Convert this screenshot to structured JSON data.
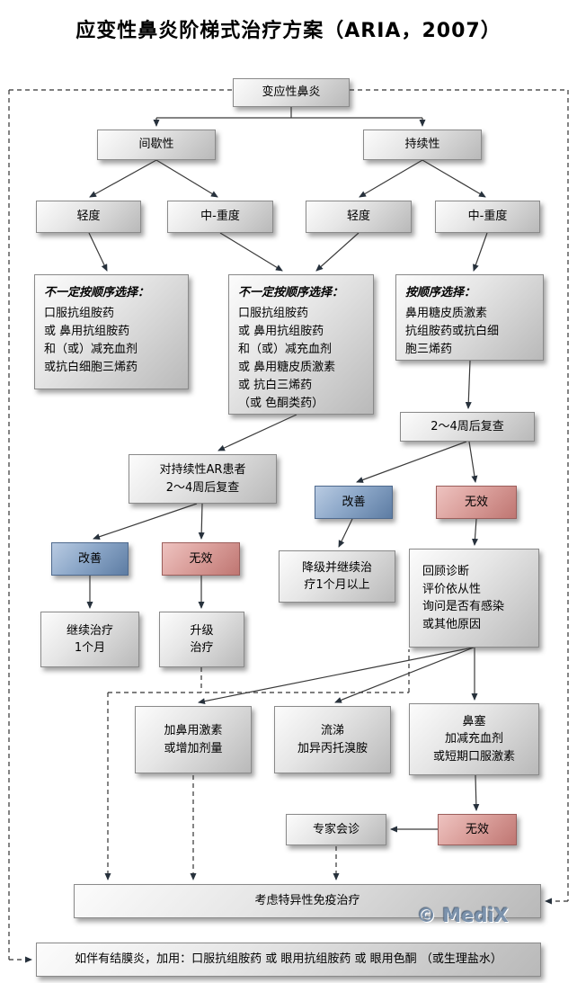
{
  "title": "应变性鼻炎阶梯式治疗方案（ARIA，2007）",
  "watermark": "© MediX",
  "colors": {
    "improve": "#7a9cc6",
    "ineffective": "#c98480",
    "box": "#d9d9d9",
    "line": "#333333"
  },
  "nodes": {
    "root": {
      "label": "变应性鼻炎"
    },
    "intermittent": {
      "label": "间歇性"
    },
    "persistent": {
      "label": "持续性"
    },
    "intermittent_mild": {
      "label": "轻度"
    },
    "intermittent_mod_severe": {
      "label": "中-重度"
    },
    "persistent_mild": {
      "label": "轻度"
    },
    "persistent_mod_severe": {
      "label": "中-重度"
    },
    "tx_intermittent_mild": {
      "heading": "不一定按顺序选择：",
      "body": "口服抗组胺药\n或 鼻用抗组胺药\n和（或）减充血剂\n或抗白细胞三烯药"
    },
    "tx_mixed": {
      "heading": "不一定按顺序选择：",
      "body": "口服抗组胺药\n或 鼻用抗组胺药\n和（或）减充血剂\n或 鼻用糖皮质激素\n或 抗白三烯药\n（或 色酮类药）"
    },
    "tx_persistent_mod_severe": {
      "heading": "按顺序选择：",
      "body": "鼻用糖皮质激素\n抗组胺药或抗白细\n胞三烯药"
    },
    "review_2_4_weeks": {
      "label": "2～4周后复查"
    },
    "persistent_ar_review": {
      "label": "对持续性AR患者\n2～4周后复查"
    },
    "improve_right": {
      "label": "改善"
    },
    "ineffective_right": {
      "label": "无效"
    },
    "improve_left": {
      "label": "改善"
    },
    "ineffective_left": {
      "label": "无效"
    },
    "downgrade_continue": {
      "label": "降级并继续治\n疗1个月以上"
    },
    "review_diagnosis": {
      "label": "回顾诊断\n评价依从性\n询问是否有感染\n或其他原因"
    },
    "continue_1_month": {
      "label": "继续治疗\n1个月"
    },
    "upgrade_treatment": {
      "label": "升级\n治疗"
    },
    "add_nasal_steroid": {
      "label": "加鼻用激素\n或增加剂量"
    },
    "rhinorrhea": {
      "label": "流涕\n加异丙托溴胺"
    },
    "congestion": {
      "label": "鼻塞\n加减充血剂\n或短期口服激素"
    },
    "expert_consultation": {
      "label": "专家会诊"
    },
    "ineffective_bottom": {
      "label": "无效"
    },
    "immunotherapy": {
      "label": "考虑特异性免疫治疗"
    },
    "conjunctivitis": {
      "label": "如伴有结膜炎，加用：口服抗组胺药 或 眼用抗组胺药 或 眼用色酮 （或生理盐水）"
    }
  }
}
